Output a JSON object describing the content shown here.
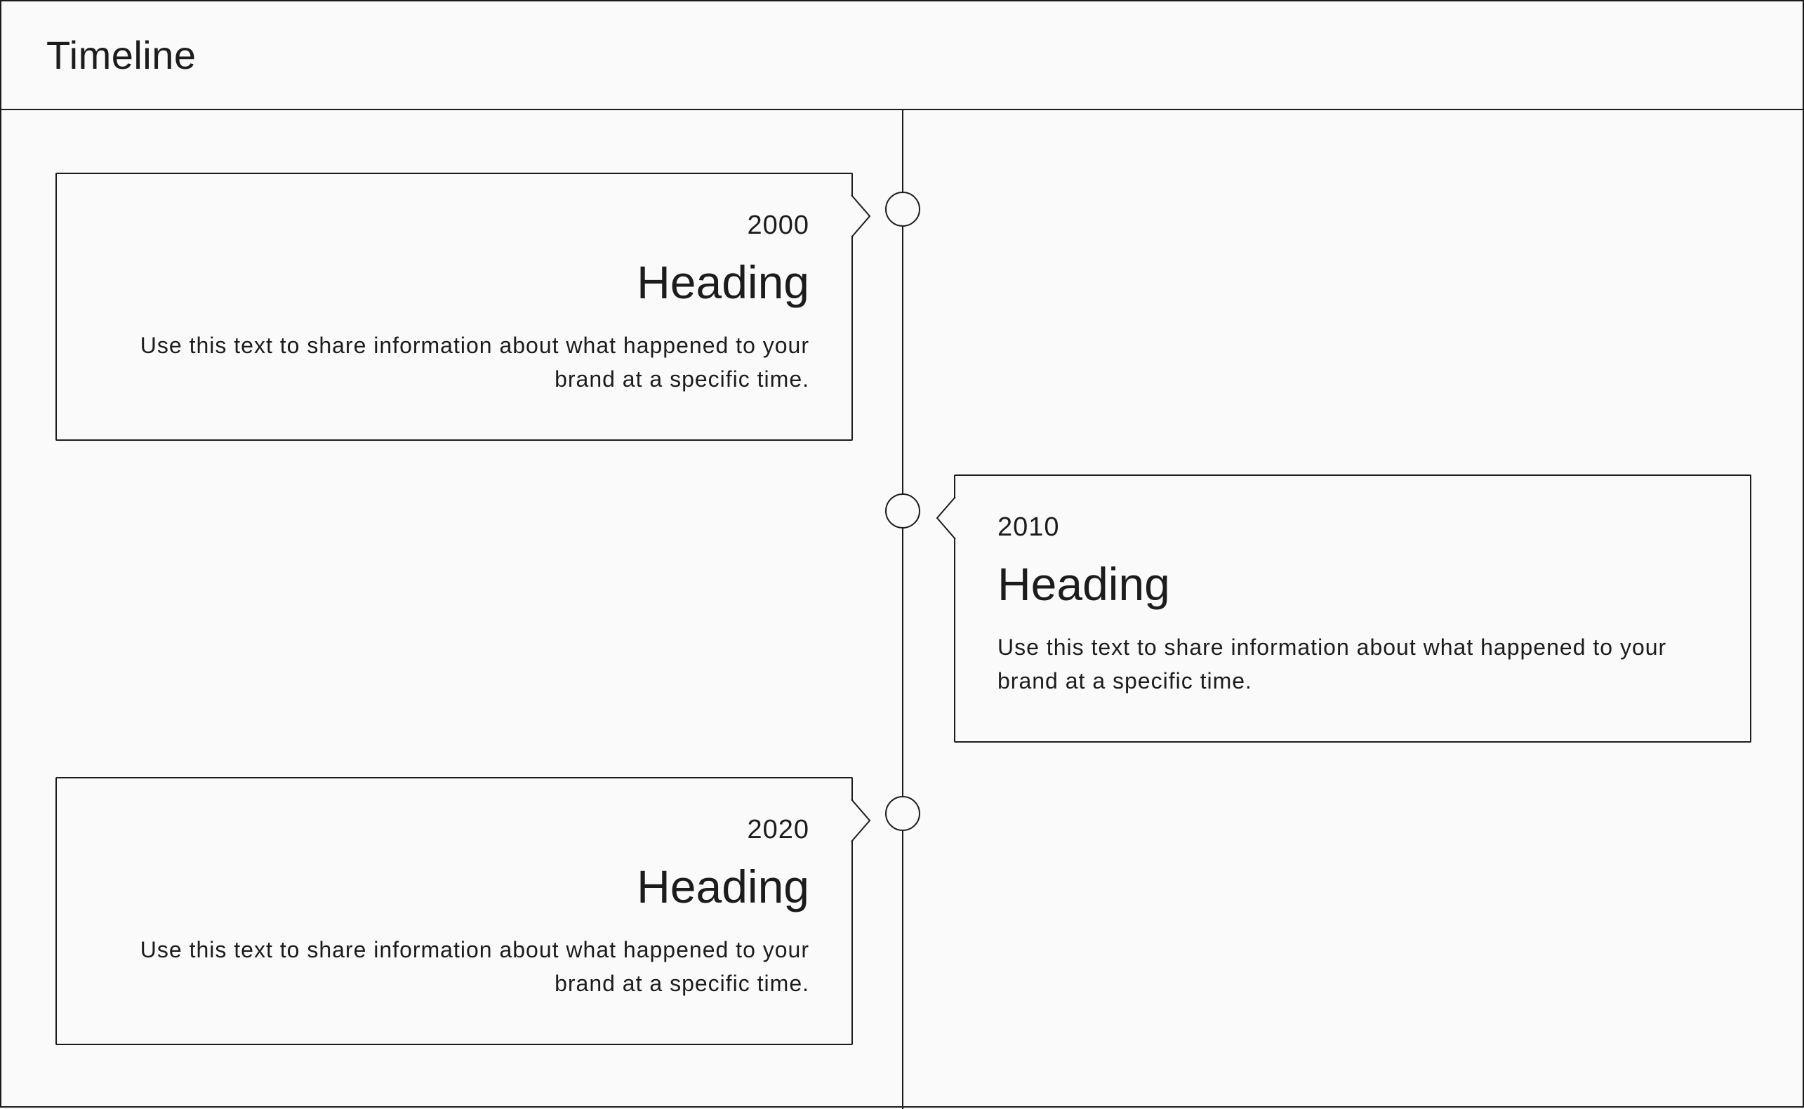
{
  "header": {
    "title": "Timeline"
  },
  "entries": [
    {
      "year": "2000",
      "heading": "Heading",
      "description": "Use this text to share information about what happened to your brand at a specific time."
    },
    {
      "year": "2010",
      "heading": "Heading",
      "description": "Use this text to share information about what happened to your brand at a specific time."
    },
    {
      "year": "2020",
      "heading": "Heading",
      "description": "Use this text to share information about what happened to your brand at a specific time."
    }
  ],
  "colors": {
    "line": "#1c1c1c",
    "background": "#fafafa",
    "text": "#1c1c1c"
  }
}
